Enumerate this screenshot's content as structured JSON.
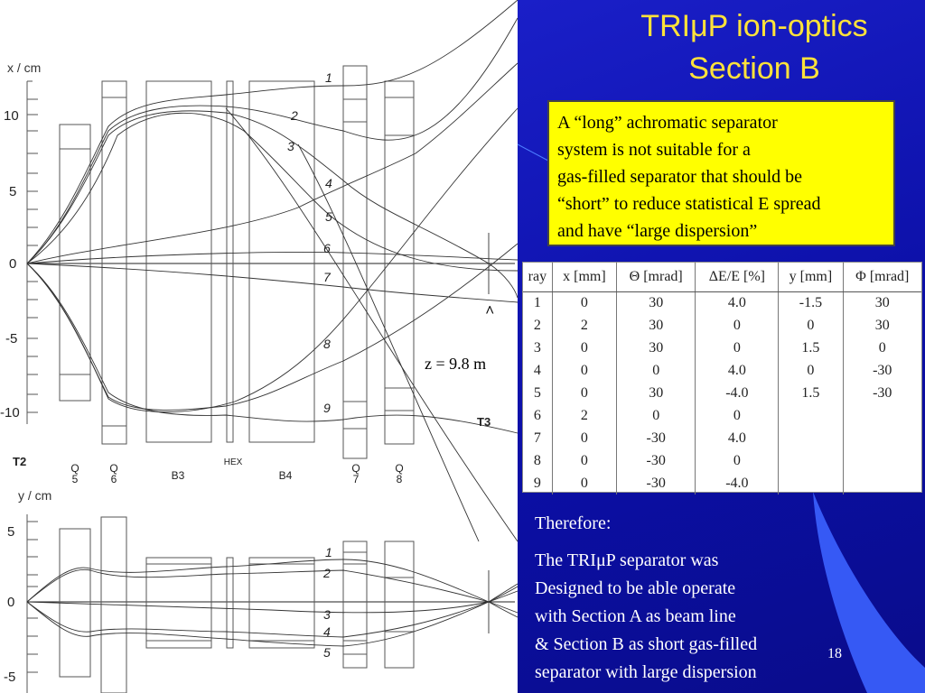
{
  "title": {
    "line1": "TRIμP ion-optics",
    "line2": "Section B"
  },
  "note_box": {
    "lines": [
      "A “long” achromatic separator",
      "system is not suitable for a",
      "gas-filled separator that should be",
      "“short” to reduce statistical E spread",
      "and have “large dispersion”"
    ]
  },
  "ray_table": {
    "headers": [
      "ray",
      "x [mm]",
      "Θ [mrad]",
      "ΔE/E [%]",
      "y [mm]",
      "Φ [mrad]"
    ],
    "rows": [
      [
        "1",
        "0",
        "30",
        "4.0",
        "-1.5",
        "30"
      ],
      [
        "2",
        "2",
        "30",
        "0",
        "0",
        "30"
      ],
      [
        "3",
        "0",
        "30",
        "0",
        "1.5",
        "0"
      ],
      [
        "4",
        "0",
        "0",
        "4.0",
        "0",
        "-30"
      ],
      [
        "5",
        "0",
        "30",
        "-4.0",
        "1.5",
        "-30"
      ],
      [
        "6",
        "2",
        "0",
        "0",
        "",
        ""
      ],
      [
        "7",
        "0",
        "-30",
        "4.0",
        "",
        ""
      ],
      [
        "8",
        "0",
        "-30",
        "0",
        "",
        ""
      ],
      [
        "9",
        "0",
        "-30",
        "-4.0",
        "",
        ""
      ]
    ]
  },
  "conclusion": {
    "heading": "Therefore:",
    "lines": [
      "The TRIμP separator was",
      "Designed to be able operate",
      "with Section A as beam line",
      "& Section B as short gas-filled",
      "separator with large dispersion"
    ]
  },
  "slide_number": "18",
  "diagram": {
    "x_plot": {
      "axis_label": "x / cm",
      "ticks": [
        "10",
        "5",
        "0",
        "-5",
        "-10"
      ],
      "ray_labels": [
        "1",
        "2",
        "3",
        "4",
        "5",
        "6",
        "7",
        "8",
        "9"
      ],
      "element_labels": [
        "T2",
        "Q\n5",
        "Q\n6",
        "B3",
        "HEX",
        "B4",
        "Q\n7",
        "Q\n8"
      ],
      "focus_label": "T3",
      "marker": "^",
      "z_label": "z = 9.8 m"
    },
    "y_plot": {
      "axis_label": "y / cm",
      "ticks": [
        "5",
        "0",
        "-5"
      ],
      "ray_labels": [
        "1",
        "2",
        "3",
        "4",
        "5"
      ]
    }
  },
  "colors": {
    "slide_blue": "#0b0fa6",
    "title_yellow": "#ffe23a",
    "note_box": "#ffff00"
  }
}
